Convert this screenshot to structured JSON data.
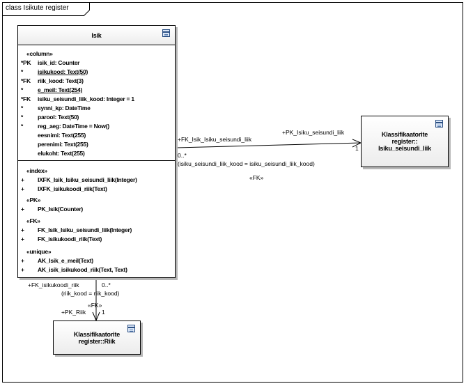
{
  "frame_title": "class Isikute register",
  "isik": {
    "title": "Isik",
    "columns_stereo": "«column»",
    "columns": [
      {
        "prefix": "*PK",
        "name": "isik_id: Counter",
        "ul": false
      },
      {
        "prefix": "*",
        "name": "isikukood: Text(50)",
        "ul": true
      },
      {
        "prefix": "*FK",
        "name": "riik_kood: Text(3)",
        "ul": false
      },
      {
        "prefix": "*",
        "name": "e_meil: Text(254)",
        "ul": true
      },
      {
        "prefix": "*FK",
        "name": "isiku_seisundi_liik_kood: Integer = 1",
        "ul": false
      },
      {
        "prefix": "*",
        "name": "synni_kp: DateTime",
        "ul": false
      },
      {
        "prefix": "*",
        "name": "parool: Text(50)",
        "ul": false
      },
      {
        "prefix": "*",
        "name": "reg_aeg: DateTime = Now()",
        "ul": false
      },
      {
        "prefix": "",
        "name": "eesnimi: Text(255)",
        "ul": false
      },
      {
        "prefix": "",
        "name": "perenimi: Text(255)",
        "ul": false
      },
      {
        "prefix": "",
        "name": "elukoht: Text(255)",
        "ul": false
      }
    ],
    "index_stereo": "«index»",
    "index_ops": [
      {
        "prefix": "+",
        "name": "IXFK_Isik_Isiku_seisundi_liik(Integer)"
      },
      {
        "prefix": "+",
        "name": "IXFK_isikukoodi_riik(Text)"
      }
    ],
    "pk_stereo": "«PK»",
    "pk_ops": [
      {
        "prefix": "+",
        "name": "PK_Isik(Counter)"
      }
    ],
    "fk_stereo": "«FK»",
    "fk_ops": [
      {
        "prefix": "+",
        "name": "FK_Isik_Isiku_seisundi_liik(Integer)"
      },
      {
        "prefix": "+",
        "name": "FK_isikukoodi_riik(Text)"
      }
    ],
    "unique_stereo": "«unique»",
    "unique_ops": [
      {
        "prefix": "+",
        "name": "AK_Isik_e_meil(Text)"
      },
      {
        "prefix": "+",
        "name": "AK_isik_isikukood_riik(Text, Text)"
      }
    ]
  },
  "seisund": {
    "title_line1": "Klassifikaatorite",
    "title_line2": "register::",
    "title_line3": "Isiku_seisundi_liik"
  },
  "riik": {
    "title_line1": "Klassifikaatorite",
    "title_line2": "register::Riik"
  },
  "assoc_seisund": {
    "source_role": "+FK_Isik_Isiku_seisundi_liik",
    "target_role": "+PK_Isiku_seisundi_liik",
    "source_mult": "0..*",
    "target_mult": "1",
    "condition": "(isiku_seisundi_liik_kood = isiku_seisundi_liik_kood)",
    "stereotype": "«FK»"
  },
  "assoc_riik": {
    "source_role": "+FK_isikukoodi_riik",
    "source_mult": "0..*",
    "condition": "(riik_kood = riik_kood)",
    "stereotype": "«FK»",
    "target_role": "+PK_Riik",
    "target_mult": "1"
  }
}
